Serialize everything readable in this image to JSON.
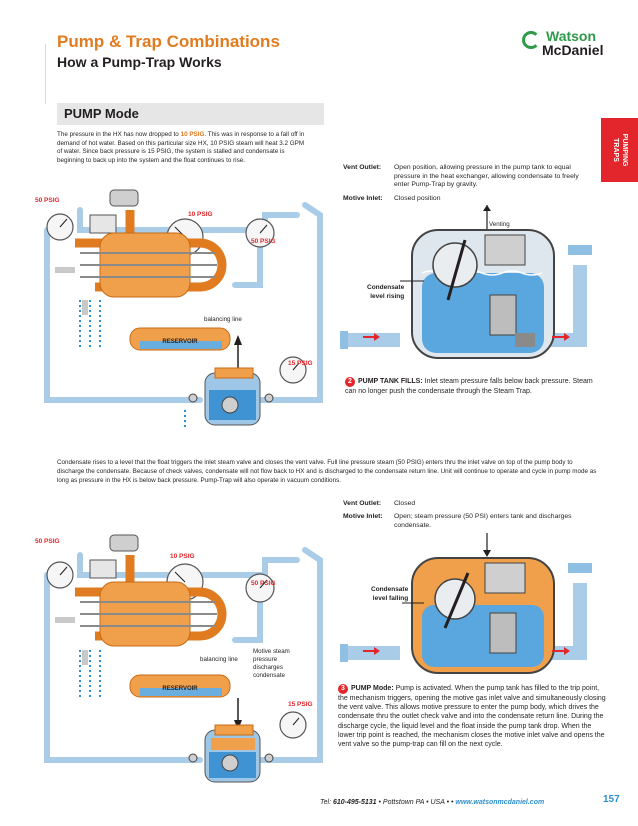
{
  "header": {
    "title": "Pump & Trap Combinations",
    "subtitle": "How a Pump-Trap Works",
    "brand_line1": "Watson",
    "brand_line2": "McDaniel"
  },
  "side_tab": {
    "line1": "PUMPING",
    "line2": "TRAPS"
  },
  "section": {
    "label": "PUMP Mode"
  },
  "intro": {
    "part1": "The pressure in the HX has now dropped to ",
    "highlight": "10 PSIG",
    "part2": ". This was in response to a fall off in demand of hot water. Based on this particular size HX, 10 PSIG steam will heat 3.2 GPM of water. Since back pressure is 15 PSIG, the system is stalled and condensate is beginning to back up into the system and the float continues to rise."
  },
  "paragraph": "Condensate rises to a level that the float triggers the inlet steam valve and closes the vent valve. Full line pressure steam (50 PSIG) enters thru the inlet valve on top of the pump body to discharge the condensate. Because of check valves, condensate will not flow back to HX and is discharged to the condensate return line. Unit will continue to operate and cycle in pump mode as long as pressure in the HX is below back pressure. Pump-Trap will also operate in vacuum conditions.",
  "top_diagram": {
    "labels": {
      "p50_left": "50 PSIG",
      "p10": "10 PSIG",
      "p50_right": "50 PSIG",
      "p15": "15 PSIG",
      "balancing": "balancing line",
      "reservoir": "RESERVOIR"
    },
    "vent_outlet_key": "Vent Outlet:",
    "vent_outlet_val": "Open position, allowing pressure in the pump tank to equal pressure in the heat exchanger, allowing condensate to freely enter Pump-Trap by gravity.",
    "motive_inlet_key": "Motive Inlet:",
    "motive_inlet_val": "Closed position",
    "venting": "Venting",
    "level_line1": "Condensate",
    "level_line2": "level rising",
    "step_no": "2",
    "step_title": "PUMP TANK FILLS:",
    "step_text": " Inlet steam pressure falls below back pressure. Steam can no longer push the condensate through the Steam Trap."
  },
  "bottom_diagram": {
    "labels": {
      "p50_left": "50 PSIG",
      "p10": "10 PSIG",
      "p50_right": "50 PSIG",
      "p15": "15 PSIG",
      "balancing": "balancing line",
      "reservoir": "RESERVOIR",
      "motive1": "Motive steam",
      "motive2": "pressure",
      "motive3": "discharges",
      "motive4": "condensate"
    },
    "vent_outlet_key": "Vent Outlet:",
    "vent_outlet_val": "Closed",
    "motive_inlet_key": "Motive Inlet:",
    "motive_inlet_val": "Open; steam pressure (50 PSI) enters tank and discharges condensate.",
    "level_line1": "Condensate",
    "level_line2": "level falling",
    "step_no": "3",
    "step_title": "PUMP Mode:",
    "step_text": " Pump is activated. When the pump tank has filled to the trip point, the mechanism triggers, opening the motive gas inlet valve and simultaneously closing the vent valve. This allows motive pressure to enter the pump body, which drives the condensate thru the outlet check valve and into the condensate return line. During the discharge cycle, the liquid level and the float inside the pump tank drop. When the lower trip point is reached, the mechanism closes the motive inlet valve and opens the vent valve so the pump-trap can fill on the next cycle."
  },
  "footer": {
    "tel_label": "Tel: ",
    "tel": "610-495-5131",
    "rest": " • Pottstown PA • USA • • ",
    "url": "www.watsonmcdaniel.com",
    "page": "157"
  },
  "colors": {
    "orange": "#e07b20",
    "red": "#e2262b",
    "blue_pipe": "#a9cde9",
    "blue_dark": "#2f8fce",
    "green": "#2f9a4a"
  }
}
